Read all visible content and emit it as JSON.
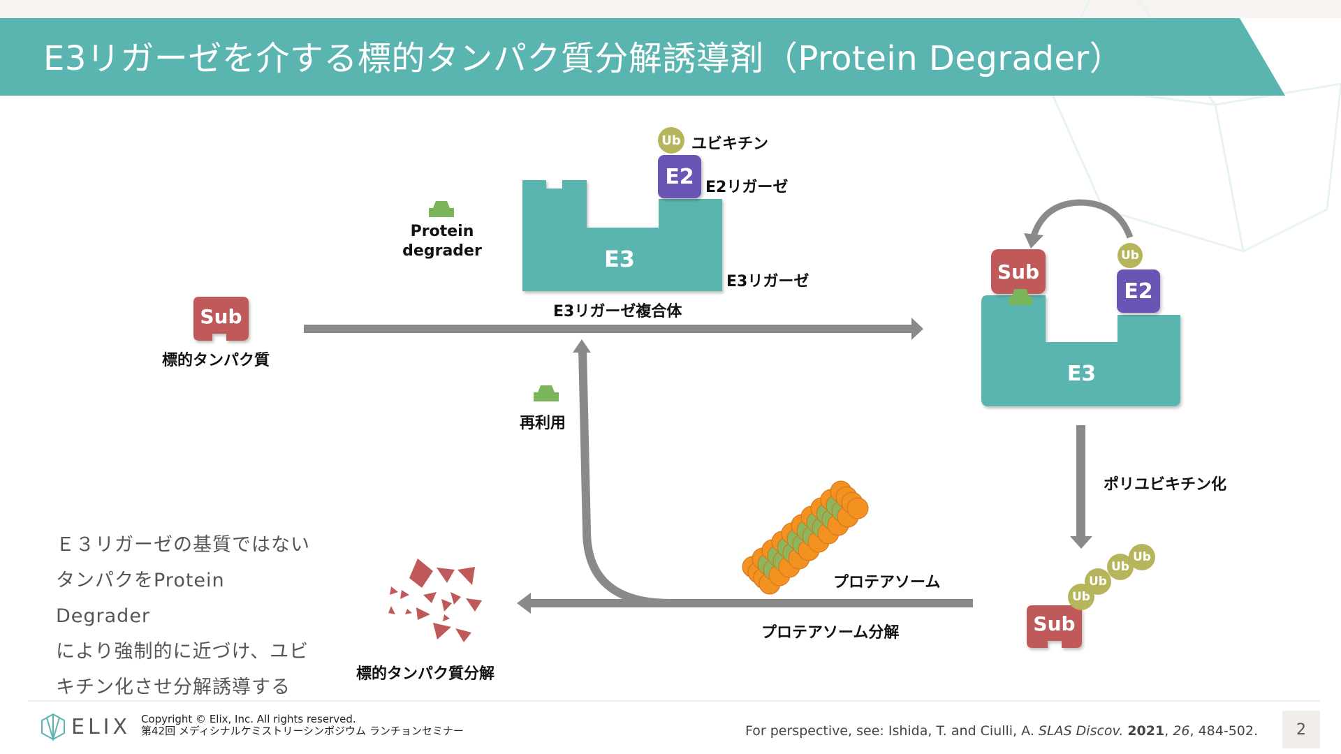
{
  "slide": {
    "title": "E3リガーゼを介する標的タンパク質分解誘導剤（Protein Degrader）",
    "page_number": "2"
  },
  "diagram": {
    "ubiquitin_label": "ユビキチン",
    "ub_symbol": "Ub",
    "e2_symbol": "E2",
    "e2_label": "E2リガーゼ",
    "e3_symbol": "E3",
    "e3_label": "E3リガーゼ",
    "complex_label": "E3リガーゼ複合体",
    "degrader_label_line1": "Protein",
    "degrader_label_line2": "degrader",
    "sub_symbol": "Sub",
    "target_protein_label": "標的タンパク質",
    "recycle_label": "再利用",
    "polyubiquitination_label": "ポリユビキチン化",
    "proteasome_label": "プロテアソーム",
    "proteasome_degradation_label": "プロテアソーム分解",
    "target_degradation_label": "標的タンパク質分解"
  },
  "side_text": {
    "line1": "Ｅ３リガーゼの基質ではない",
    "line2": "タンパクをProtein Degrader",
    "line3": "により強制的に近づけ、ユビ",
    "line4": "キチン化させ分解誘導する"
  },
  "footer": {
    "logo_text": "ELIX",
    "copyright_line1": "Copyright © Elix, Inc. All rights reserved.",
    "copyright_line2": "第42回 メディシナルケミストリーシンポジウム ランチョンセミナー",
    "reference_prefix": "For perspective, see: Ishida, T. and Ciulli, A. ",
    "reference_journal": "SLAS Discov.",
    "reference_year": "2021",
    "reference_volume": "26",
    "reference_pages": ", 484-502."
  },
  "colors": {
    "banner": "#5ab5b1",
    "e3": "#5ab5b1",
    "sub": "#c05a5a",
    "e2": "#6a55b5",
    "ub": "#b7b55c",
    "degrader": "#7ab55c",
    "arrow": "#8a8a8a",
    "proteasome_orange": "#f39220",
    "proteasome_green": "#8fb55c"
  }
}
